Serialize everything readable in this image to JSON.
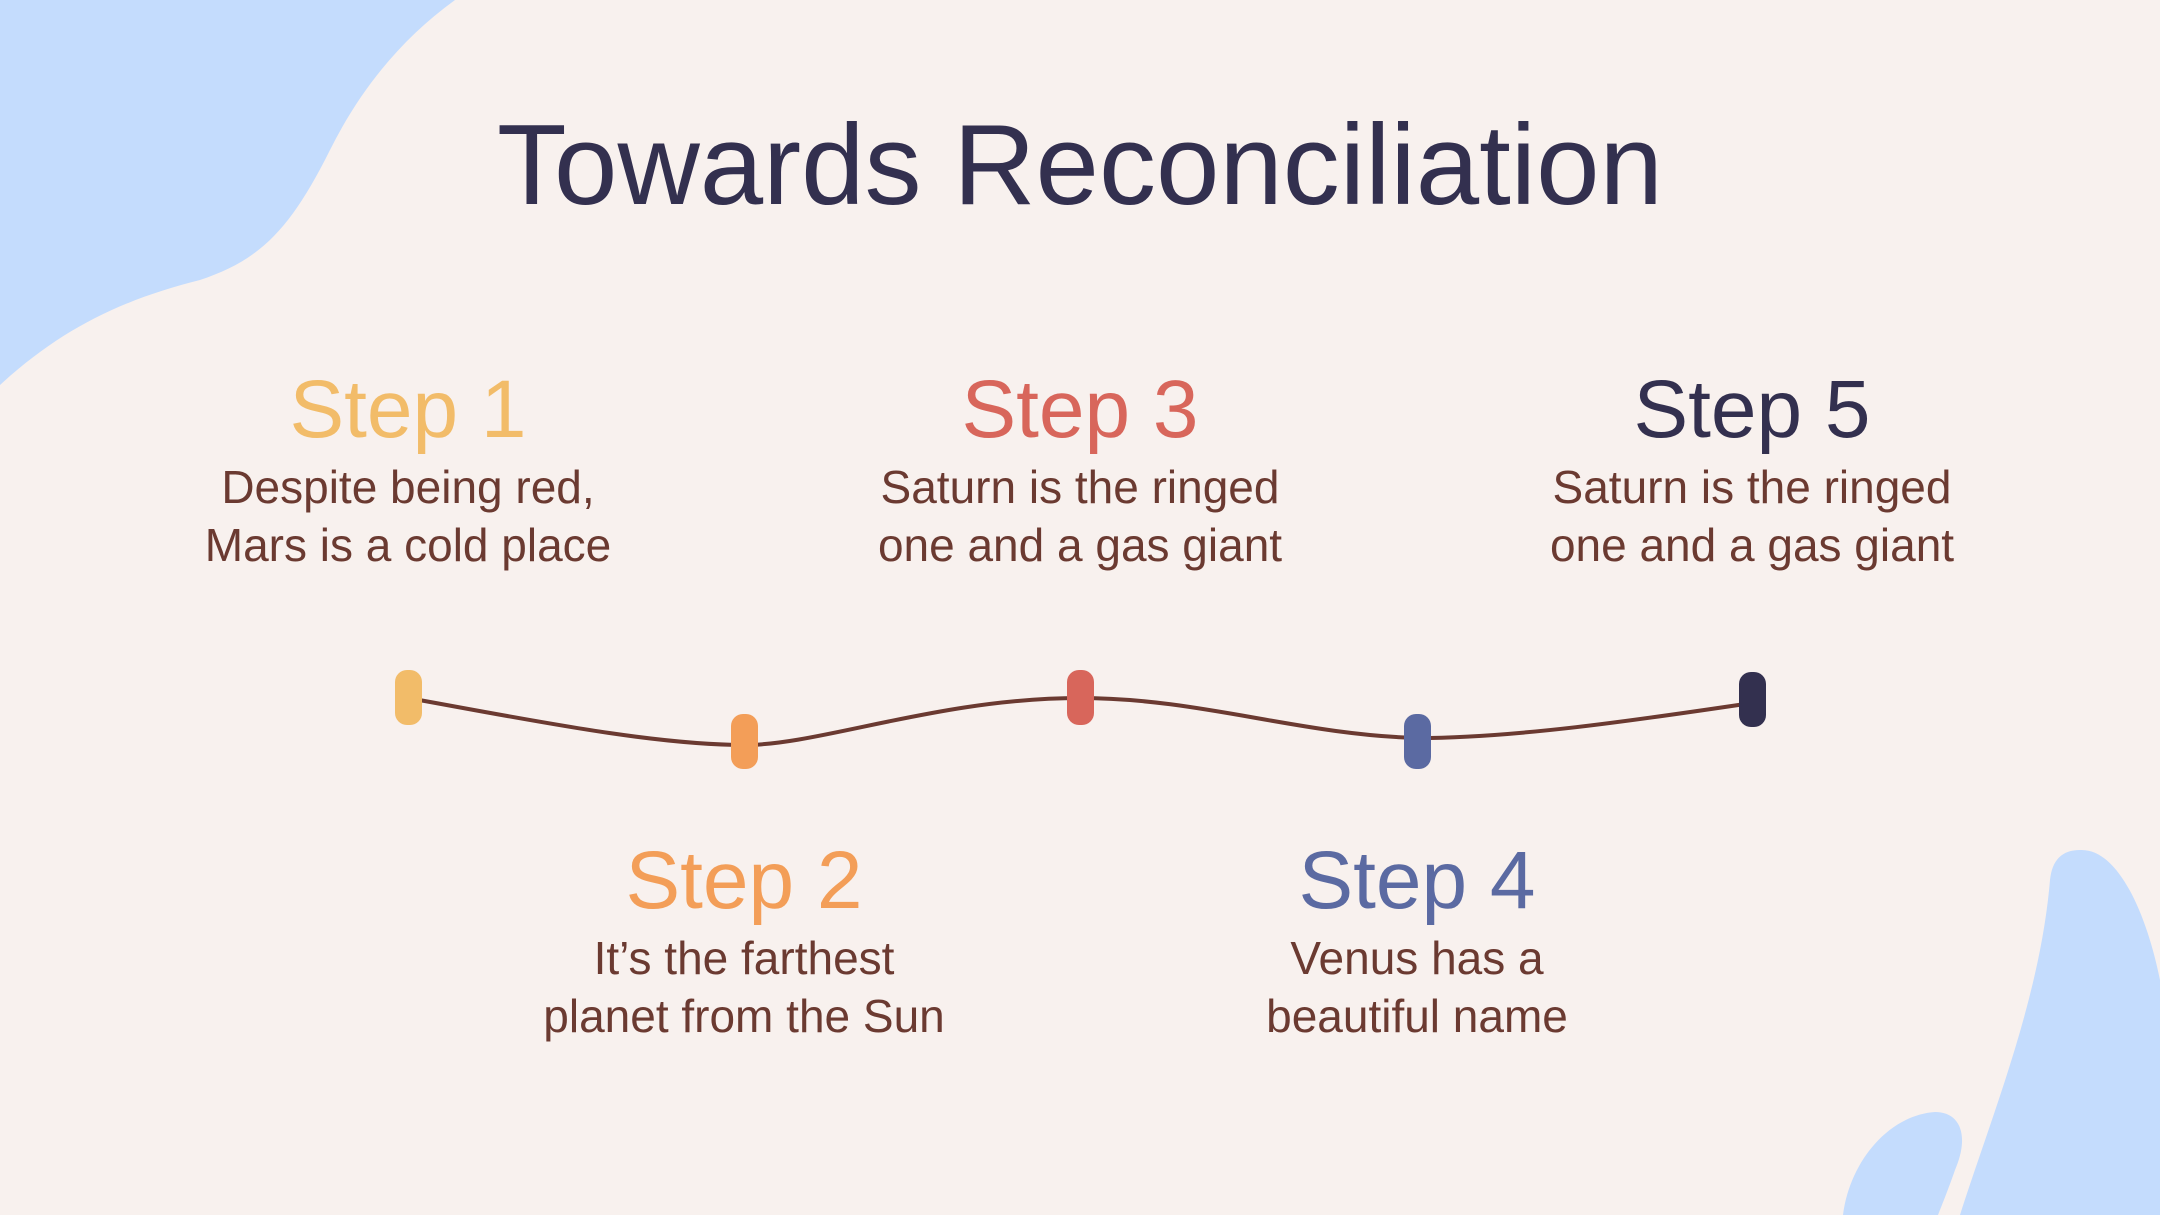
{
  "title": "Towards Reconciliation",
  "colors": {
    "background": "#F8F1EE",
    "blob": "#C4DCFD",
    "title": "#33304F",
    "text": "#6B3A31",
    "line": "#6B3A31"
  },
  "steps": [
    {
      "title": "Step 1",
      "description": "Despite being red,\nMars is a cold place",
      "color": "#F2BC69"
    },
    {
      "title": "Step 2",
      "description": "It’s the farthest\nplanet from the Sun",
      "color": "#F39E58"
    },
    {
      "title": "Step 3",
      "description": "Saturn is the ringed\none and a gas giant",
      "color": "#D8665B"
    },
    {
      "title": "Step 4",
      "description": "Venus has a\nbeautiful name",
      "color": "#5B6AA2"
    },
    {
      "title": "Step 5",
      "description": "Saturn is the ringed\none and a gas giant",
      "color": "#33304F"
    }
  ]
}
